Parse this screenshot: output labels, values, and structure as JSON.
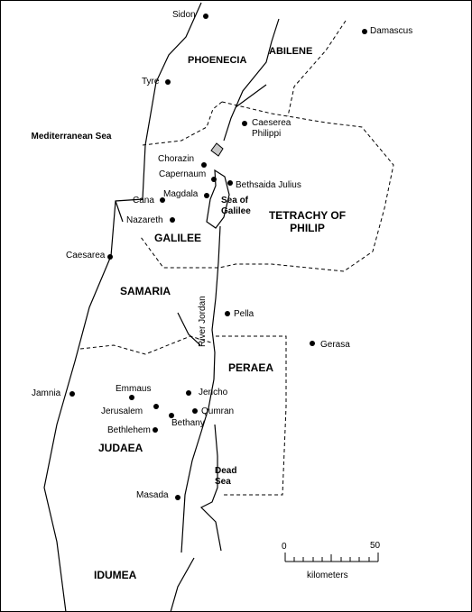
{
  "regions": {
    "phoenecia": "PHOENECIA",
    "abilene": "ABILENE",
    "galilee": "GALILEE",
    "tetrachy": "TETRACHY OF PHILIP",
    "samaria": "SAMARIA",
    "peraea": "PERAEA",
    "judaea": "JUDAEA",
    "idumea": "IDUMEA"
  },
  "water": {
    "mediterranean": "Mediterranean Sea",
    "sea_of_galilee": "Sea of Galilee",
    "dead_sea": "Dead Sea",
    "river_jordan": "River Jordan"
  },
  "cities": {
    "sidon": "Sidon",
    "damascus": "Damascus",
    "tyre": "Tyre",
    "caeserea_philippi": "Caeserea Philippi",
    "chorazin": "Chorazin",
    "capernaum": "Capernaum",
    "bethsaida": "Bethsaida Julius",
    "cana": "Cana",
    "magdala": "Magdala",
    "nazareth": "Nazareth",
    "caesarea": "Caesarea",
    "pella": "Pella",
    "gerasa": "Gerasa",
    "jamnia": "Jamnia",
    "emmaus": "Emmaus",
    "jericho": "Jericho",
    "jerusalem": "Jerusalem",
    "qumran": "Qumran",
    "bethany": "Bethany",
    "bethlehem": "Bethlehem",
    "masada": "Masada"
  },
  "scale": {
    "min": "0",
    "max": "50",
    "unit": "kilometers"
  },
  "colors": {
    "ink": "#000000",
    "background": "#ffffff",
    "lake_fill": "#c8c8c8"
  }
}
